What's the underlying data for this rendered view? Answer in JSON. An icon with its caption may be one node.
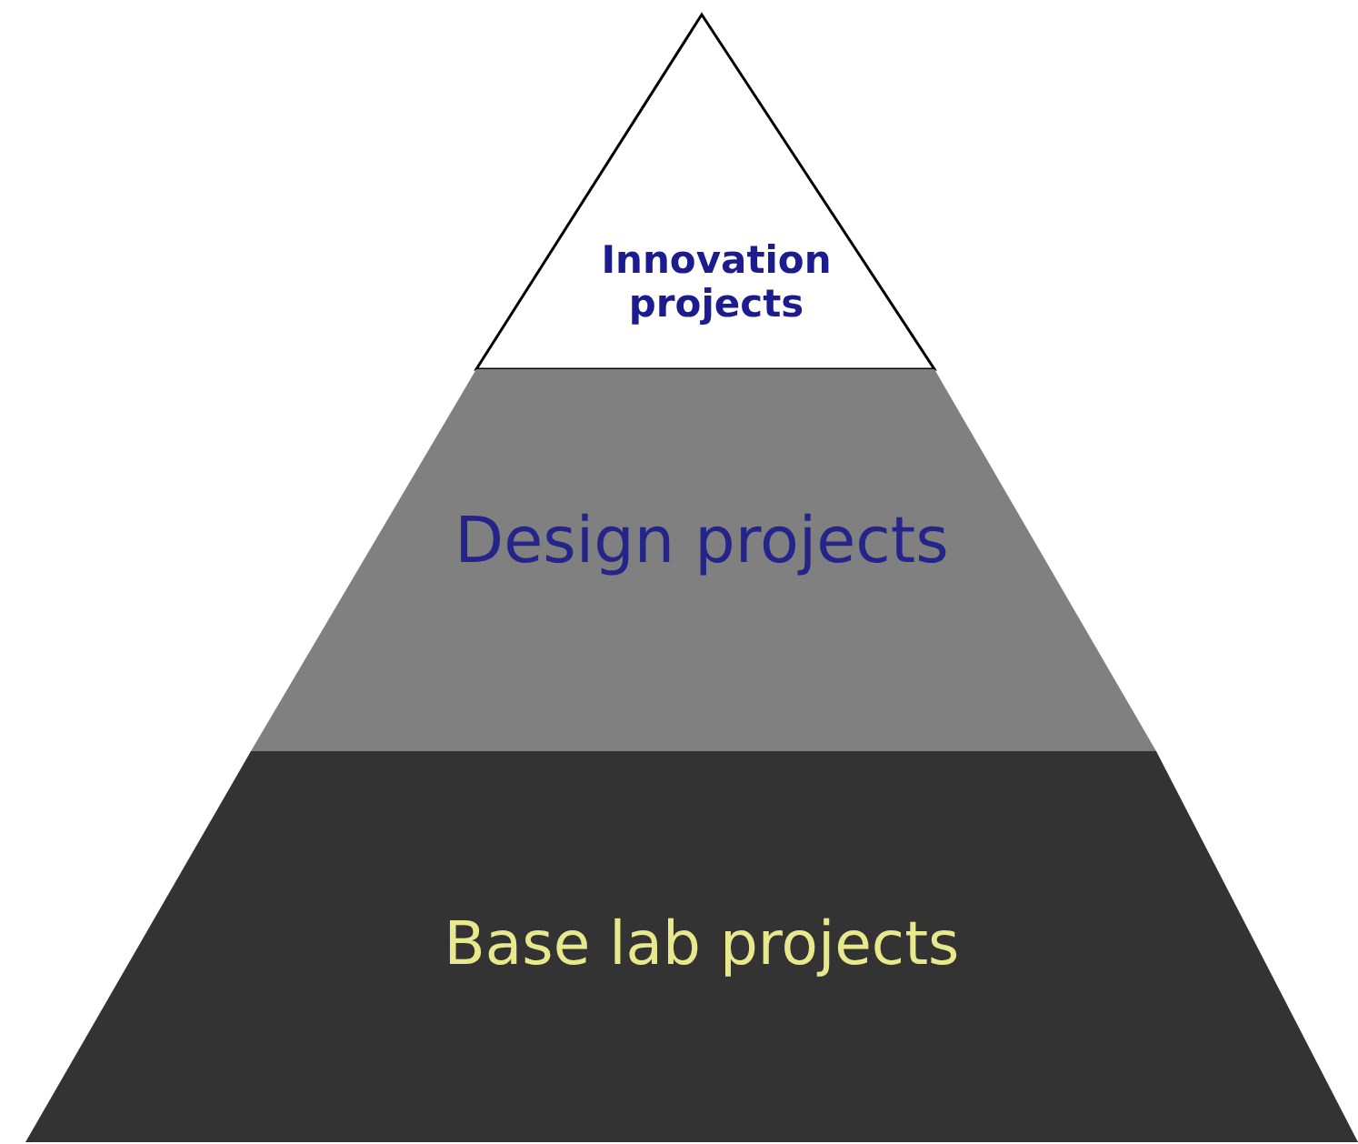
{
  "diagram": {
    "nodes": [
      {
        "text": [
          "Innovation projects"
        ]
      },
      {
        "text": [
          "Design projects"
        ]
      },
      {
        "text": [
          "Base lab projects"
        ]
      }
    ]
  }
}
